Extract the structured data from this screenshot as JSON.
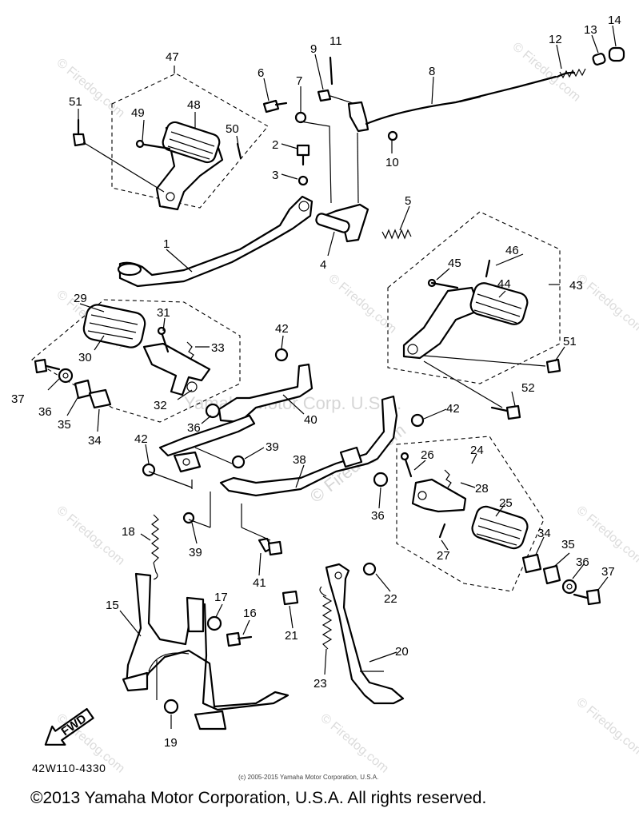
{
  "diagram": {
    "callouts": [
      "1",
      "2",
      "3",
      "4",
      "5",
      "6",
      "7",
      "8",
      "9",
      "10",
      "11",
      "12",
      "13",
      "14",
      "15",
      "16",
      "17",
      "18",
      "19",
      "20",
      "21",
      "22",
      "23",
      "24",
      "25",
      "26",
      "27",
      "28",
      "29",
      "30",
      "31",
      "32",
      "33",
      "34",
      "35",
      "36",
      "37",
      "38",
      "39",
      "40",
      "41",
      "42",
      "43",
      "44",
      "45",
      "46",
      "47",
      "48",
      "49",
      "50",
      "51",
      "52"
    ],
    "watermark_center": "© Firedog.com",
    "watermark_mid": "Yamaha Motor Corp. U.S.A.",
    "watermark_tiled": "© Firedog.com",
    "fwd_arrow_text": "FWD"
  },
  "footer": {
    "reference_code": "42W110-4330",
    "small_copyright": "(c) 2005-2015 Yamaha Motor Corporation, U.S.A.",
    "copyright": "©2013 Yamaha Motor Corporation, U.S.A. All rights reserved."
  }
}
